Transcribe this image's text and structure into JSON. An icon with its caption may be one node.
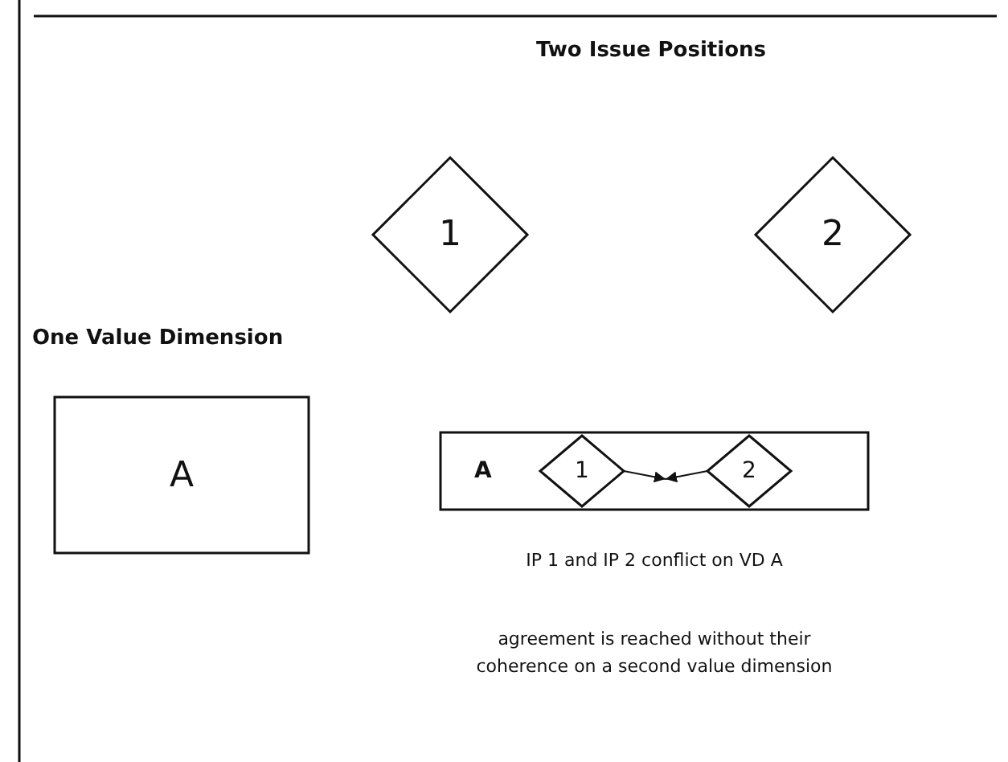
{
  "diagram": {
    "title": "Two Issue Positions",
    "nodes": [
      {
        "text": [
          "1"
        ]
      },
      {
        "text": [
          "2"
        ]
      },
      {
        "text": [
          "A"
        ]
      },
      {
        "text": [
          "A"
        ]
      },
      {
        "text": [
          "1"
        ],
        "in": 3
      },
      {
        "text": [
          "2"
        ],
        "in": 3
      }
    ],
    "edges": [
      {
        "from": 4,
        "to": null,
        "arrow": "to"
      },
      {
        "from": 5,
        "to": null,
        "arrow": "to"
      }
    ],
    "labels": [
      "One Value Dimension",
      "IP 1 and IP 2 conflict on VD A",
      "agreement is reached without their coherence on a second value dimension"
    ]
  }
}
